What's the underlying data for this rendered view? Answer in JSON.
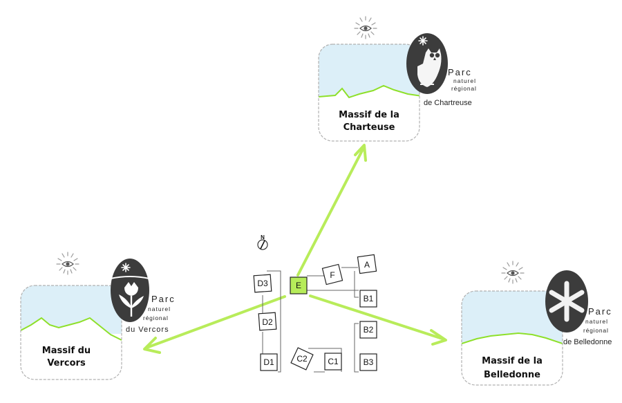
{
  "colors": {
    "arrow": "#b8ec5a",
    "sky": "#dceff8",
    "ridge": "#8ee02a",
    "card_border": "#b0b0b0",
    "logo": "#3c3c3c",
    "building_e": "#b6ec5a"
  },
  "north": {
    "label": "N"
  },
  "buildings": [
    {
      "id": "E",
      "label": "E"
    },
    {
      "id": "F",
      "label": "F"
    },
    {
      "id": "A",
      "label": "A"
    },
    {
      "id": "B1",
      "label": "B1"
    },
    {
      "id": "B2",
      "label": "B2"
    },
    {
      "id": "B3",
      "label": "B3"
    },
    {
      "id": "C1",
      "label": "C1"
    },
    {
      "id": "C2",
      "label": "C2"
    },
    {
      "id": "D1",
      "label": "D1"
    },
    {
      "id": "D2",
      "label": "D2"
    },
    {
      "id": "D3",
      "label": "D3"
    }
  ],
  "massifs": {
    "chartreuse": {
      "title_lines": [
        "Massif de la",
        "Charteuse"
      ],
      "park_lines": [
        "Parc",
        "naturel",
        "régional",
        "de Chartreuse"
      ],
      "icon": "owl-icon"
    },
    "vercors": {
      "title_lines": [
        "Massif du",
        "Vercors"
      ],
      "park_lines": [
        "Parc",
        "naturel",
        "régional",
        "du Vercors"
      ],
      "icon": "tulip-icon"
    },
    "belledonne": {
      "title_lines": [
        "Massif de la",
        "Belledonne"
      ],
      "park_lines": [
        "Parc",
        "naturel",
        "régional",
        "de Belledonne"
      ],
      "icon": "snowflake-icon"
    }
  }
}
